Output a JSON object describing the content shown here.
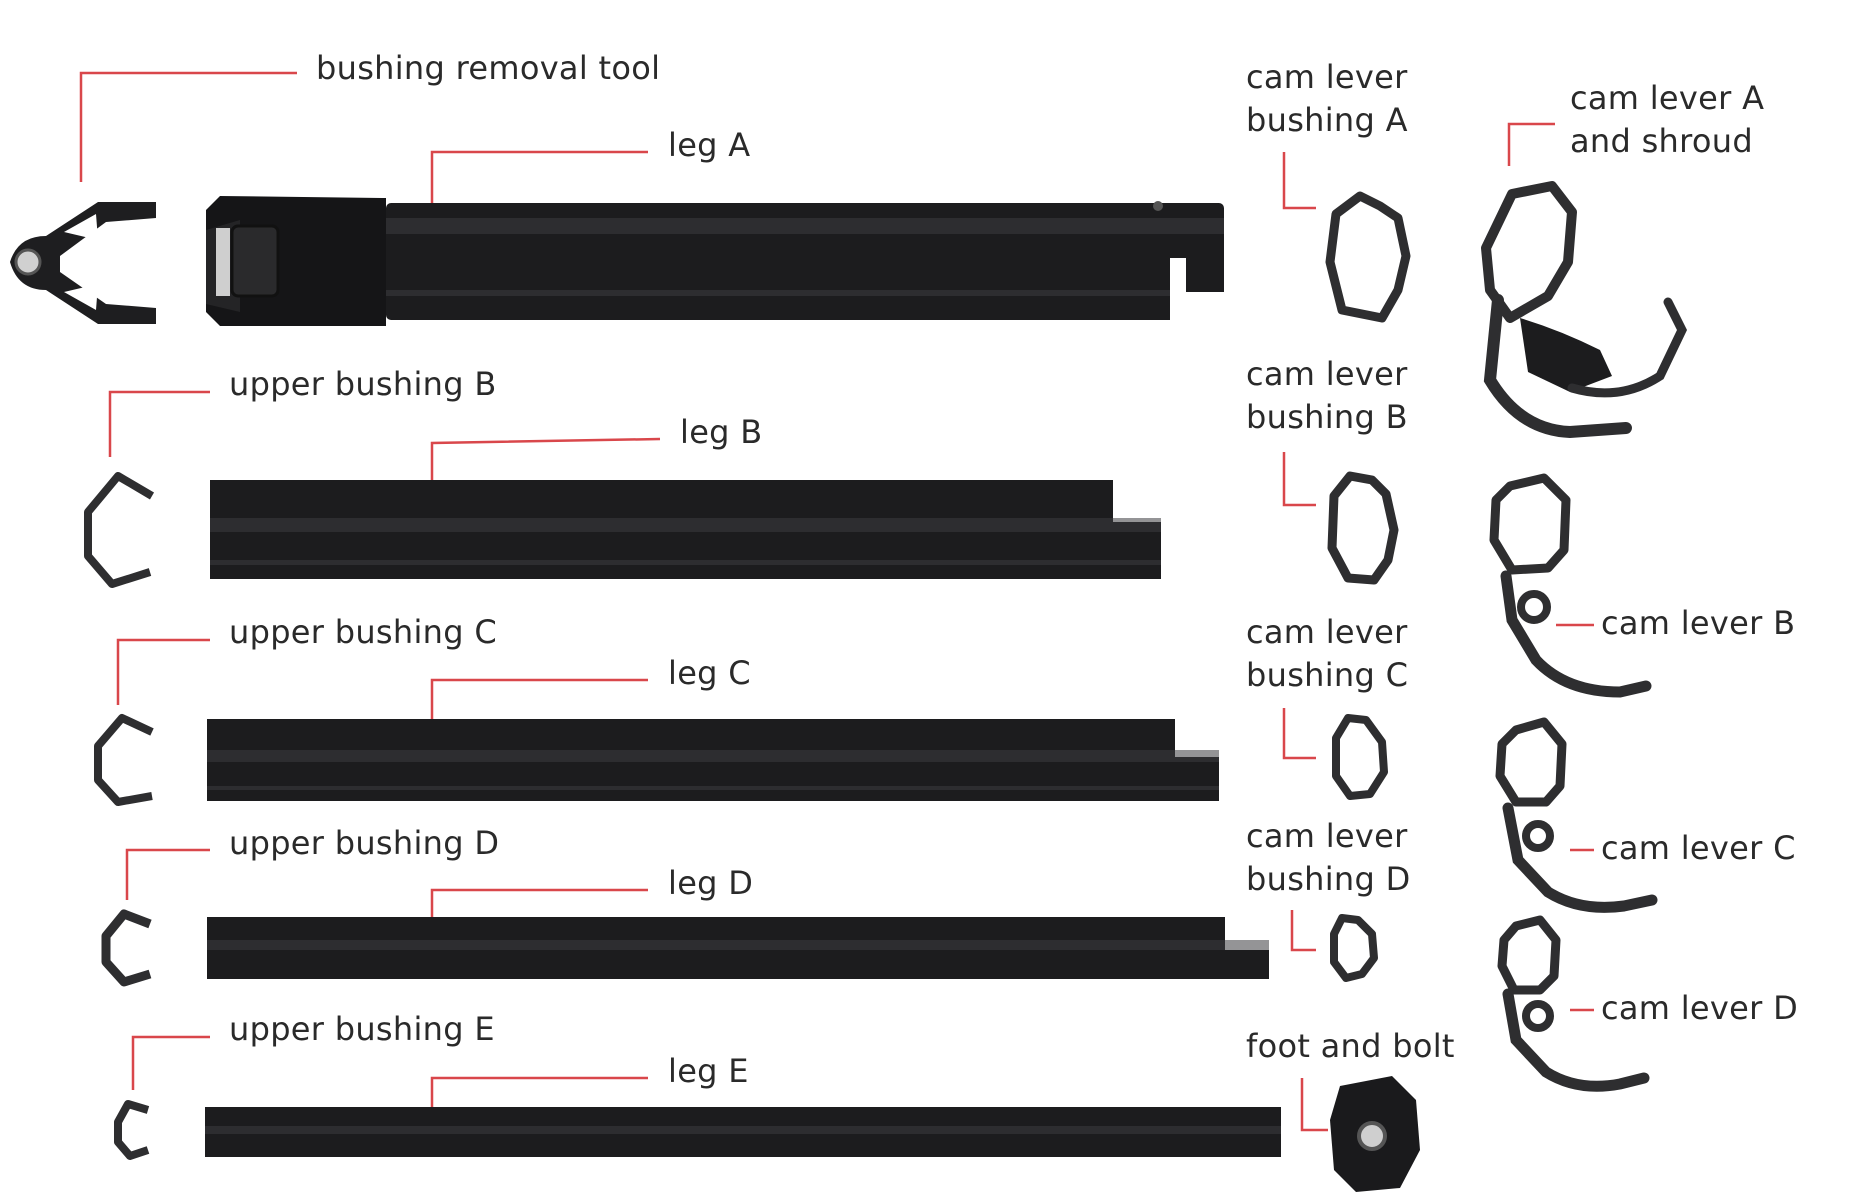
{
  "colors": {
    "leader": "#d9474b",
    "tube": "#1c1c1e",
    "text": "#2a2a2a"
  },
  "labels": {
    "bushing_removal_tool": "bushing removal tool",
    "leg_a": "leg A",
    "leg_b": "leg B",
    "leg_c": "leg C",
    "leg_d": "leg D",
    "leg_e": "leg E",
    "upper_bushing_b": "upper bushing B",
    "upper_bushing_c": "upper bushing C",
    "upper_bushing_d": "upper bushing D",
    "upper_bushing_e": "upper bushing E",
    "cam_lever_bushing_a": [
      "cam lever",
      "bushing A"
    ],
    "cam_lever_bushing_b": [
      "cam lever",
      "bushing B"
    ],
    "cam_lever_bushing_c": [
      "cam lever",
      "bushing C"
    ],
    "cam_lever_bushing_d": [
      "cam lever",
      "bushing D"
    ],
    "cam_lever_a_and_shroud": [
      "cam lever A",
      "and shroud"
    ],
    "cam_lever_b": "cam lever B",
    "cam_lever_c": "cam lever C",
    "cam_lever_d": "cam lever D",
    "foot_and_bolt": "foot and bolt"
  }
}
